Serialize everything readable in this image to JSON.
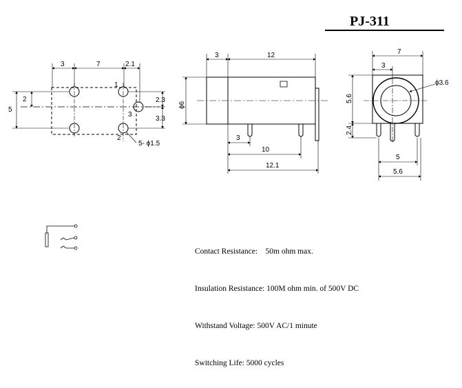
{
  "title": "PJ-311",
  "front_view": {
    "dims": {
      "top_a": "3",
      "top_b": "7",
      "top_c": "2.1",
      "left_height": "5",
      "left_small": "2",
      "right_a": "2.3",
      "right_b": "3.3"
    },
    "pin_labels": {
      "p1": "1",
      "p2": "2",
      "p3": "3"
    },
    "hole_callout": "5- ϕ1.5"
  },
  "side_view": {
    "dims": {
      "top_a": "3",
      "top_b": "12",
      "dia": "ϕ6",
      "pin_a": "3",
      "pin_b": "10",
      "total": "12.1"
    }
  },
  "end_view": {
    "dims": {
      "width": "7",
      "center": "3",
      "hole": "ϕ3.6",
      "height": "5.6",
      "pin_len": "2.4",
      "pin_span": "5",
      "base": "5.6"
    }
  },
  "specs": [
    "Contact Resistance:    50m ohm max.",
    "Insulation Resistance: 100M ohm min. of 500V DC",
    "Withstand Voltage: 500V AC/1 minute",
    "Switching Life: 5000 cycles"
  ]
}
